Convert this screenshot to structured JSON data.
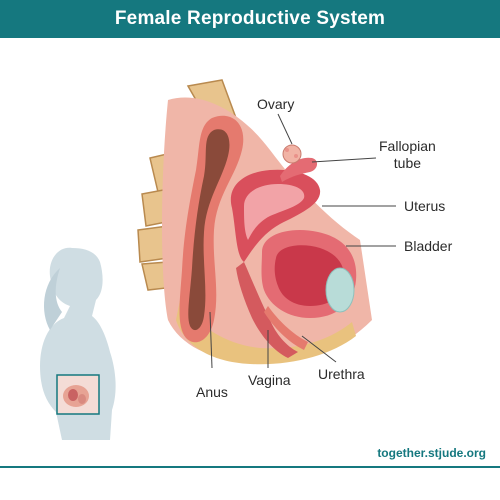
{
  "title": "Female Reproductive System",
  "labels": {
    "ovary": "Ovary",
    "fallopian_tube": [
      "Fallopian",
      "tube"
    ],
    "uterus": "Uterus",
    "bladder": "Bladder",
    "anus": "Anus",
    "vagina": "Vagina",
    "urethra": "Urethra"
  },
  "footer": "together.stjude.org",
  "colors": {
    "header": "#15787f",
    "silhouette": "#cfdde3",
    "tissue": "#e89a8c",
    "uterus": "#d94f5c",
    "rectum": "#8a4a3a",
    "bone": "#e8c48d",
    "bladder_lining": "#b8dcd8"
  }
}
